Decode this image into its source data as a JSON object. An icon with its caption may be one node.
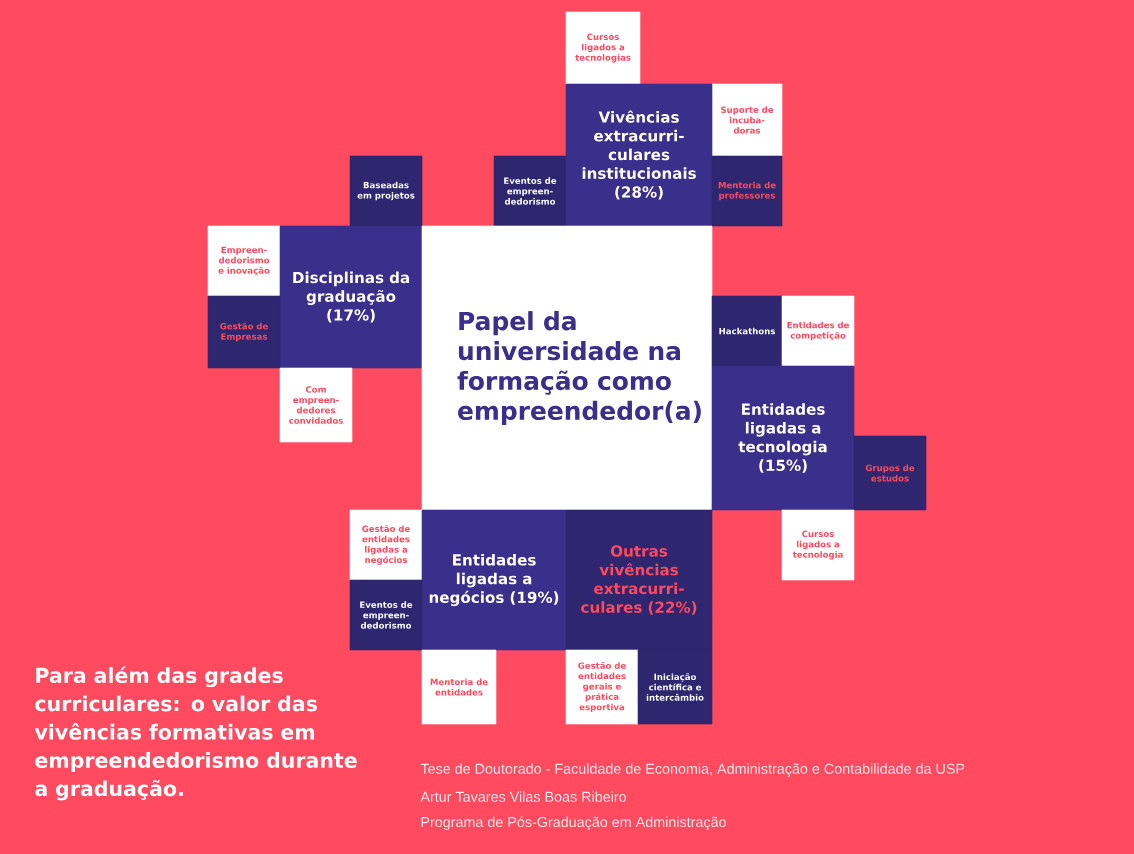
{
  "diagram": {
    "title": "Para além das grades curriculares: o valor das vivências formativas em empreendedorismo durante a graduação.",
    "nodes": [
      {
        "text": [
          "Cursos ligados a tecnologias"
        ]
      },
      {
        "text": [
          "Suporte de incuba-doras"
        ]
      },
      {
        "text": [
          "Baseadas em projetos"
        ]
      },
      {
        "text": [
          "Eventos de empreen-dedorismo"
        ]
      },
      {
        "text": [
          "Vivências extracurri-culares institucionais (28%)"
        ]
      },
      {
        "text": [
          "Mentoria de professores"
        ]
      },
      {
        "text": [
          "Empreen-dedorismo e inovação"
        ]
      },
      {
        "text": [
          "Disciplinas da graduação (17%)"
        ]
      },
      {
        "text": [
          "Papel da universidade na formação como empreendedor(a)"
        ]
      },
      {
        "text": [
          "Gestão de Empresas"
        ]
      },
      {
        "text": [
          "Hackathons"
        ]
      },
      {
        "text": [
          "Entidades de competição"
        ]
      },
      {
        "text": [
          "Com empreen-dedores convidados"
        ]
      },
      {
        "text": [
          "Entidades ligadas a tecnologia (15%)"
        ]
      },
      {
        "text": [
          "Grupos de estudos"
        ]
      },
      {
        "text": [
          "Gestão de entidades ligadas a negócios"
        ]
      },
      {
        "text": [
          "Entidades ligadas a negócios (19%)"
        ]
      },
      {
        "text": [
          "Outras vivências extracurri-culares (22%)"
        ]
      },
      {
        "text": [
          "Cursos ligados a tecnologia"
        ]
      },
      {
        "text": [
          "Eventos de empreen-dedorismo"
        ]
      },
      {
        "text": [
          "Mentoria de entidades"
        ]
      },
      {
        "text": [
          "Gestão de entidades gerais e prática esportiva"
        ]
      },
      {
        "text": [
          "Iniciação científica e intercâmbio"
        ]
      }
    ],
    "labels": [
      "Tese de Doutorado - Faculdade de Economia, Administração e Contabilidade da USP",
      "Artur Tavares Vilas Boas Ribeiro",
      "Programa de Pós-Graduação em Administração"
    ]
  }
}
